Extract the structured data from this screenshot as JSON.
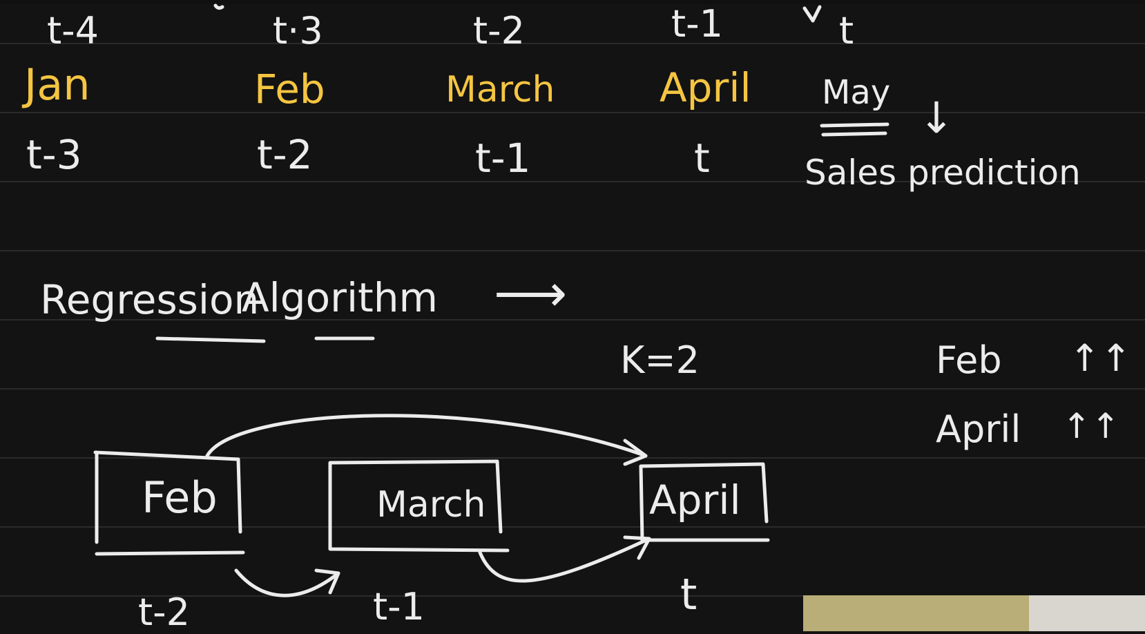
{
  "row_time_top": [
    "t-4",
    "t·3",
    "t-2",
    "t-1",
    "t"
  ],
  "row_months": [
    "Jan",
    "Feb",
    "March",
    "April",
    "May"
  ],
  "row_time_bottom": [
    "t-3",
    "t-2",
    "t-1",
    "t"
  ],
  "sales_label": "Sales prediction",
  "regression": {
    "word1": "Regression",
    "word2": "Algorithm",
    "arrow": "⟶"
  },
  "k_label": "K=2",
  "diagram": {
    "boxes": [
      "Feb",
      "March",
      "April"
    ],
    "times": [
      "t-2",
      "t-1",
      "t"
    ]
  },
  "notes": [
    {
      "month": "Feb",
      "arrows": "↑↑"
    },
    {
      "month": "April",
      "arrows": "↑↑"
    }
  ],
  "down_arrow": "↓",
  "colors": {
    "background": "#131313",
    "ink": "#ececec",
    "highlight": "#f5c542",
    "rule": "#2b2b2b"
  }
}
